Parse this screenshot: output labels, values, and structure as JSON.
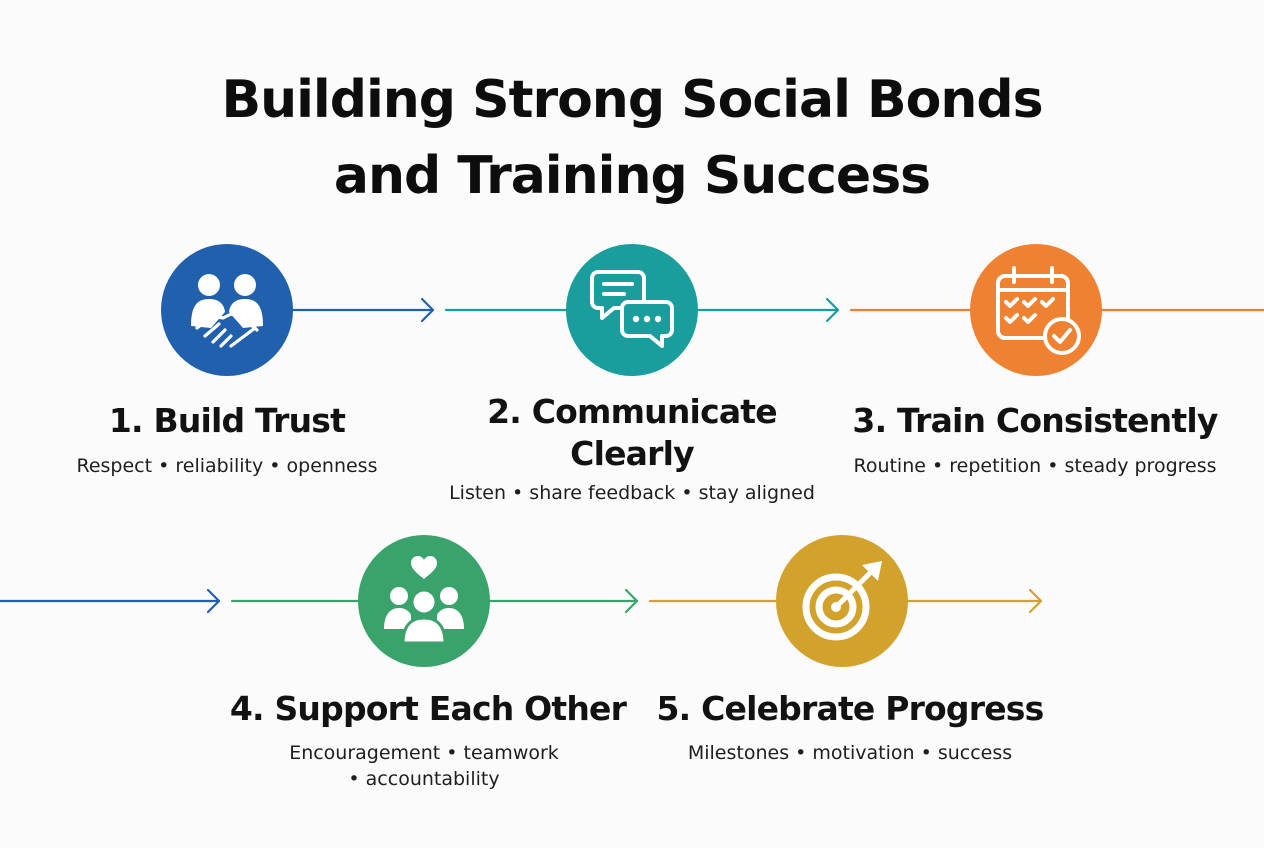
{
  "title": {
    "line1": "Building Strong Social Bonds",
    "line2": "and Training Success"
  },
  "steps": [
    {
      "title": "1. Build Trust",
      "desc": "Respect • reliability • openness",
      "icon": "handshake-icon",
      "color": "#2160ad"
    },
    {
      "title_line1": "2. Communicate",
      "title_line2": "Clearly",
      "desc": "Listen • share feedback • stay aligned",
      "icon": "chat-bubbles-icon",
      "color": "#1a9d9d"
    },
    {
      "title": "3. Train Consistently",
      "desc": "Routine • repetition • steady progress",
      "icon": "calendar-check-icon",
      "color": "#ef8133"
    },
    {
      "title": "4. Support Each Other",
      "desc_line1": "Encouragement • teamwork",
      "desc_line2": "• accountability",
      "icon": "group-heart-icon",
      "color": "#3aa26b"
    },
    {
      "title": "5. Celebrate Progress",
      "desc": "Milestones • motivation • success",
      "icon": "target-arrow-icon",
      "color": "#d3a22c"
    }
  ]
}
